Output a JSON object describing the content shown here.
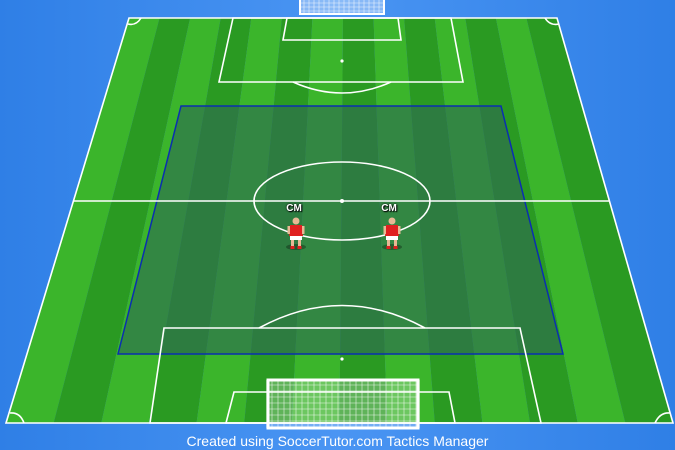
{
  "credit_text": "Created using SoccerTutor.com Tactics Manager",
  "players": [
    {
      "label": "CM",
      "kit_color": "#e02020"
    },
    {
      "label": "CM",
      "kit_color": "#e02020"
    }
  ],
  "colors": {
    "background": "#3d8bef",
    "grass_light": "#3bb52b",
    "grass_dark": "#2a9a22",
    "lines": "#ffffff",
    "zone_fill": "#2f6a52",
    "zone_border": "#0a2fb0"
  }
}
